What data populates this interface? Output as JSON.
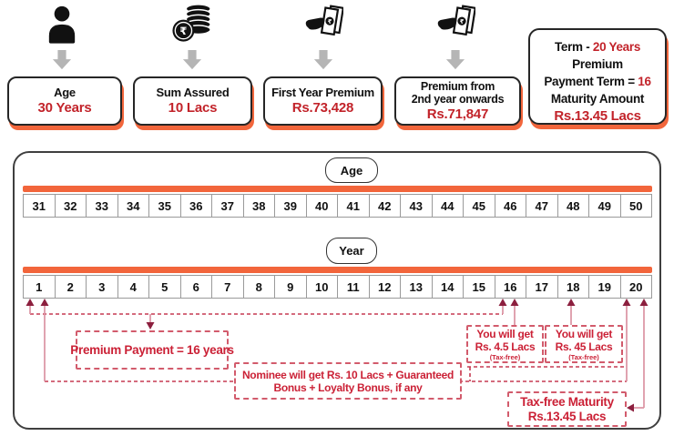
{
  "colors": {
    "orange": "#F2653B",
    "value_red": "#C2232A",
    "annotation_crimson": "#CB2136",
    "dashed_line": "#C53A52",
    "dashed_border": "#D25B6C",
    "arrowhead_maroon": "#8C1F3E",
    "stem_pink": "#DB93A3",
    "gray_arrow": "#B5B5B5"
  },
  "top_cards": [
    {
      "icon": "person-icon",
      "title": "Age",
      "value": "30 Years"
    },
    {
      "icon": "rupee-coins-icon",
      "title": "Sum Assured",
      "value": "10 Lacs"
    },
    {
      "icon": "cash-in-hand-icon",
      "title": "First Year Premium",
      "value": "Rs.73,428"
    },
    {
      "icon": "cash-in-hand-icon",
      "title": "Premium from",
      "title2": "2nd year onwards",
      "value": "Rs.71,847"
    }
  ],
  "summary_card": {
    "line1_label": "Term -",
    "line1_value": "20 Years",
    "line2": "Premium",
    "line3_label": "Payment Term =",
    "line3_value": "16",
    "line4": "Maturity Amount",
    "line5_value": "Rs.13.45 Lacs"
  },
  "timeline": {
    "age_label": "Age",
    "ages": [
      "31",
      "32",
      "33",
      "34",
      "35",
      "36",
      "37",
      "38",
      "39",
      "40",
      "41",
      "42",
      "43",
      "44",
      "45",
      "46",
      "47",
      "48",
      "49",
      "50"
    ],
    "year_label": "Year",
    "years": [
      "1",
      "2",
      "3",
      "4",
      "5",
      "6",
      "7",
      "8",
      "9",
      "10",
      "11",
      "12",
      "13",
      "14",
      "15",
      "16",
      "17",
      "18",
      "19",
      "20"
    ]
  },
  "annotations": {
    "premium_payment": "Premium Payment = 16 years",
    "nominee_line1": "Nominee will get Rs. 10 Lacs + Guaranteed",
    "nominee_line2": "Bonus + Loyalty Bonus, if any",
    "benefit_year16": {
      "line1": "You will get",
      "line2": "Rs. 4.5 Lacs",
      "note": "(Tax-free)"
    },
    "benefit_year18": {
      "line1": "You will get",
      "line2": "Rs. 45 Lacs",
      "note": "(Tax-free)"
    },
    "maturity": {
      "line1": "Tax-free Maturity",
      "line2": "Rs.13.45 Lacs"
    }
  }
}
